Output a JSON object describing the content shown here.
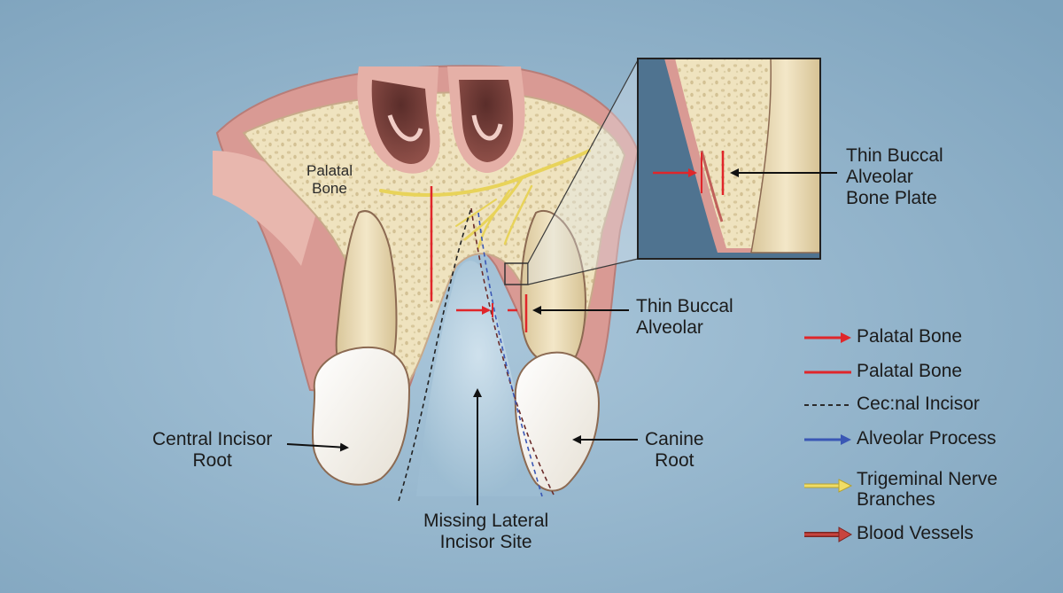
{
  "background": "#8aaec6",
  "colors": {
    "bone": "#efe3bf",
    "gum": "#d99a94",
    "tooth_enamel": "#fbf8f2",
    "tooth_root": "#ecdcb5",
    "nerve": "#e8d35a",
    "red_marker": "#e0262a",
    "blue_dashed": "#3a57b5",
    "nasal": "#6e3a36"
  },
  "labels": {
    "palatal_bone": "Palatal\nBone",
    "thin_buccal_inset": "Thin Buccal\nAlveolar\nBone Plate",
    "thin_buccal_main": "Thin Buccal\nAlveolar",
    "central_incisor": "Central Incisor\nRoot",
    "canine": "Canine\nRoot",
    "missing_site": "Missing Lateral\nIncisor Site"
  },
  "legend": [
    {
      "symbol": "red-arrow",
      "label": "Palatal Bone",
      "color": "#e0262a"
    },
    {
      "symbol": "red-line",
      "label": "Palatal Bone",
      "color": "#e0262a"
    },
    {
      "symbol": "dashed-line",
      "label": "Cec:nal Incisor",
      "color": "#2b2b2b"
    },
    {
      "symbol": "blue-arrow",
      "label": "Alveolar Process",
      "color": "#3a57b5"
    },
    {
      "symbol": "yellow-arrow",
      "label": "Trigeminal Nerve\nBranches",
      "color": "#e8d35a"
    },
    {
      "symbol": "dark-red-arrow",
      "label": "Blood Vessels",
      "color": "#b83a36"
    }
  ]
}
